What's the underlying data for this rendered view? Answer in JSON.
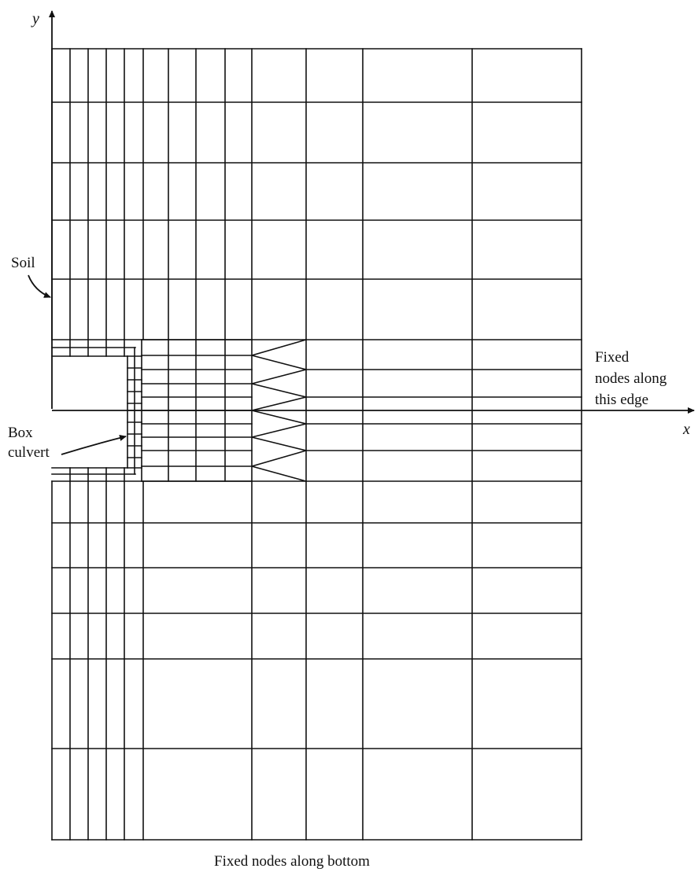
{
  "labels": {
    "y_axis": "y",
    "x_axis": "x",
    "soil": "Soil",
    "box_culvert_line1": "Box",
    "box_culvert_line2": "culvert",
    "fixed_edge_line1": "Fixed",
    "fixed_edge_line2": "nodes along",
    "fixed_edge_line3": "this edge",
    "fixed_bottom": "Fixed nodes along bottom"
  },
  "colors": {
    "ink": "#111111",
    "background": "#ffffff"
  }
}
